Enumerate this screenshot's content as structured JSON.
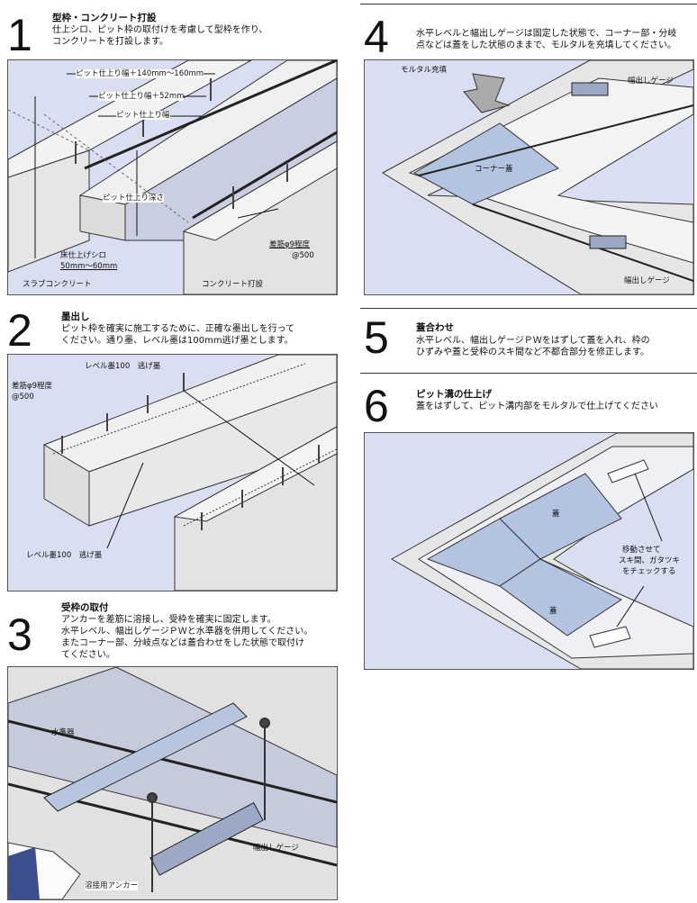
{
  "steps": [
    {
      "number": "1",
      "title": "型枠・コンクリート打設",
      "desc": [
        "仕上シロ、ピット枠の取付けを考慮して型枠を作り、",
        "コンクリートを打設します。"
      ],
      "labels": {
        "w1": "ピット仕上り幅＋140mm～160mm",
        "w2": "ピット仕上り幅＋52mm",
        "w3": "ピット仕上り幅",
        "depth": "ピット仕上り深さ",
        "floor1": "床仕上げシロ",
        "floor2": "50mm～60mm",
        "rebar1": "差筋φ9程度",
        "rebar2": "@500",
        "slab": "スラブコンクリート",
        "concrete": "コンクリート打設"
      }
    },
    {
      "number": "2",
      "title": "墨出し",
      "desc": [
        "ピット枠を確実に施工するために、正確な墨出しを行って",
        "ください。通り墨、レベル墨は100mm逃げ墨とします。"
      ],
      "labels": {
        "rebar1": "差筋φ9程度",
        "rebar2": "@500",
        "level_top": "レベル墨100　逃げ墨",
        "level_bottom": "レベル墨100　逃げ墨"
      }
    },
    {
      "number": "3",
      "title": "受枠の取付",
      "desc": [
        "アンカーを差筋に溶接し、受枠を確実に固定します。",
        "水平レベル、幅出しゲージＰＷと水準器を併用してください。",
        "またコーナー部、分岐点などは蓋合わせをした状態で取付け",
        "てください。"
      ],
      "labels": {
        "level": "水準器",
        "gauge": "幅出しゲージ",
        "anchor": "溶接用アンカー"
      }
    },
    {
      "number": "4",
      "title": "",
      "desc": [
        "水平レベルと幅出しゲージは固定した状態で、コーナー部・分岐",
        "点などは蓋をした状態のままで、モルタルを充填してください。"
      ],
      "labels": {
        "mortar": "モルタル充填",
        "gauge_top": "幅出しゲージ",
        "corner": "コーナー蓋",
        "gauge_bottom": "幅出しゲージ"
      }
    },
    {
      "number": "5",
      "title": "蓋合わせ",
      "desc": [
        "水平レベル、幅出しゲージＰＷをはずして蓋を入れ、枠の",
        "ひずみや蓋と受枠のスキ間など不都合部分を修正します。"
      ],
      "labels": {}
    },
    {
      "number": "6",
      "title": "ピット溝の仕上げ",
      "desc": [
        "蓋をはずして、ピット溝内部をモルタルで仕上げてください"
      ],
      "labels": {
        "lid1": "蓋",
        "lid2": "蓋",
        "check1": "移動させて",
        "check2": "スキ間、ガタツキ",
        "check3": "をチェックする"
      }
    }
  ],
  "colors": {
    "panel_bg": "#d9dff0",
    "concrete": "#e6e6e6",
    "dark": "#222"
  }
}
